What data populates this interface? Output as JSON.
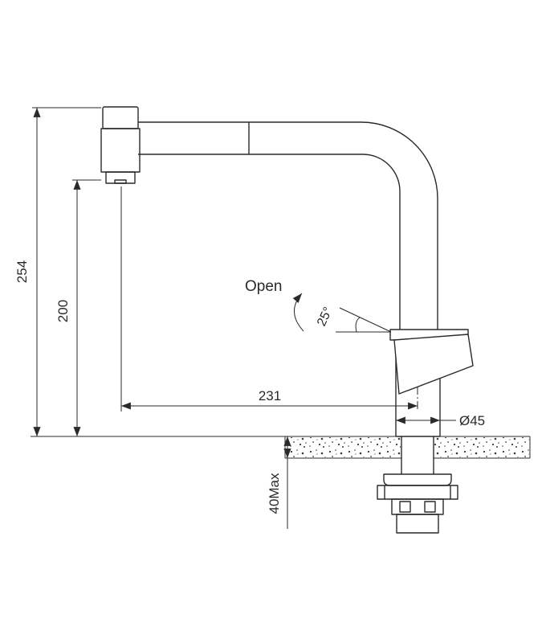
{
  "dimensions": {
    "total_height": "254",
    "spout_height": "200",
    "spout_reach": "231",
    "base_diameter": "Ø45",
    "max_counter_thickness": "40Max"
  },
  "annotations": {
    "open_label": "Open",
    "handle_angle": "25°"
  },
  "colors": {
    "line": "#2a2a2a",
    "background": "#ffffff"
  }
}
